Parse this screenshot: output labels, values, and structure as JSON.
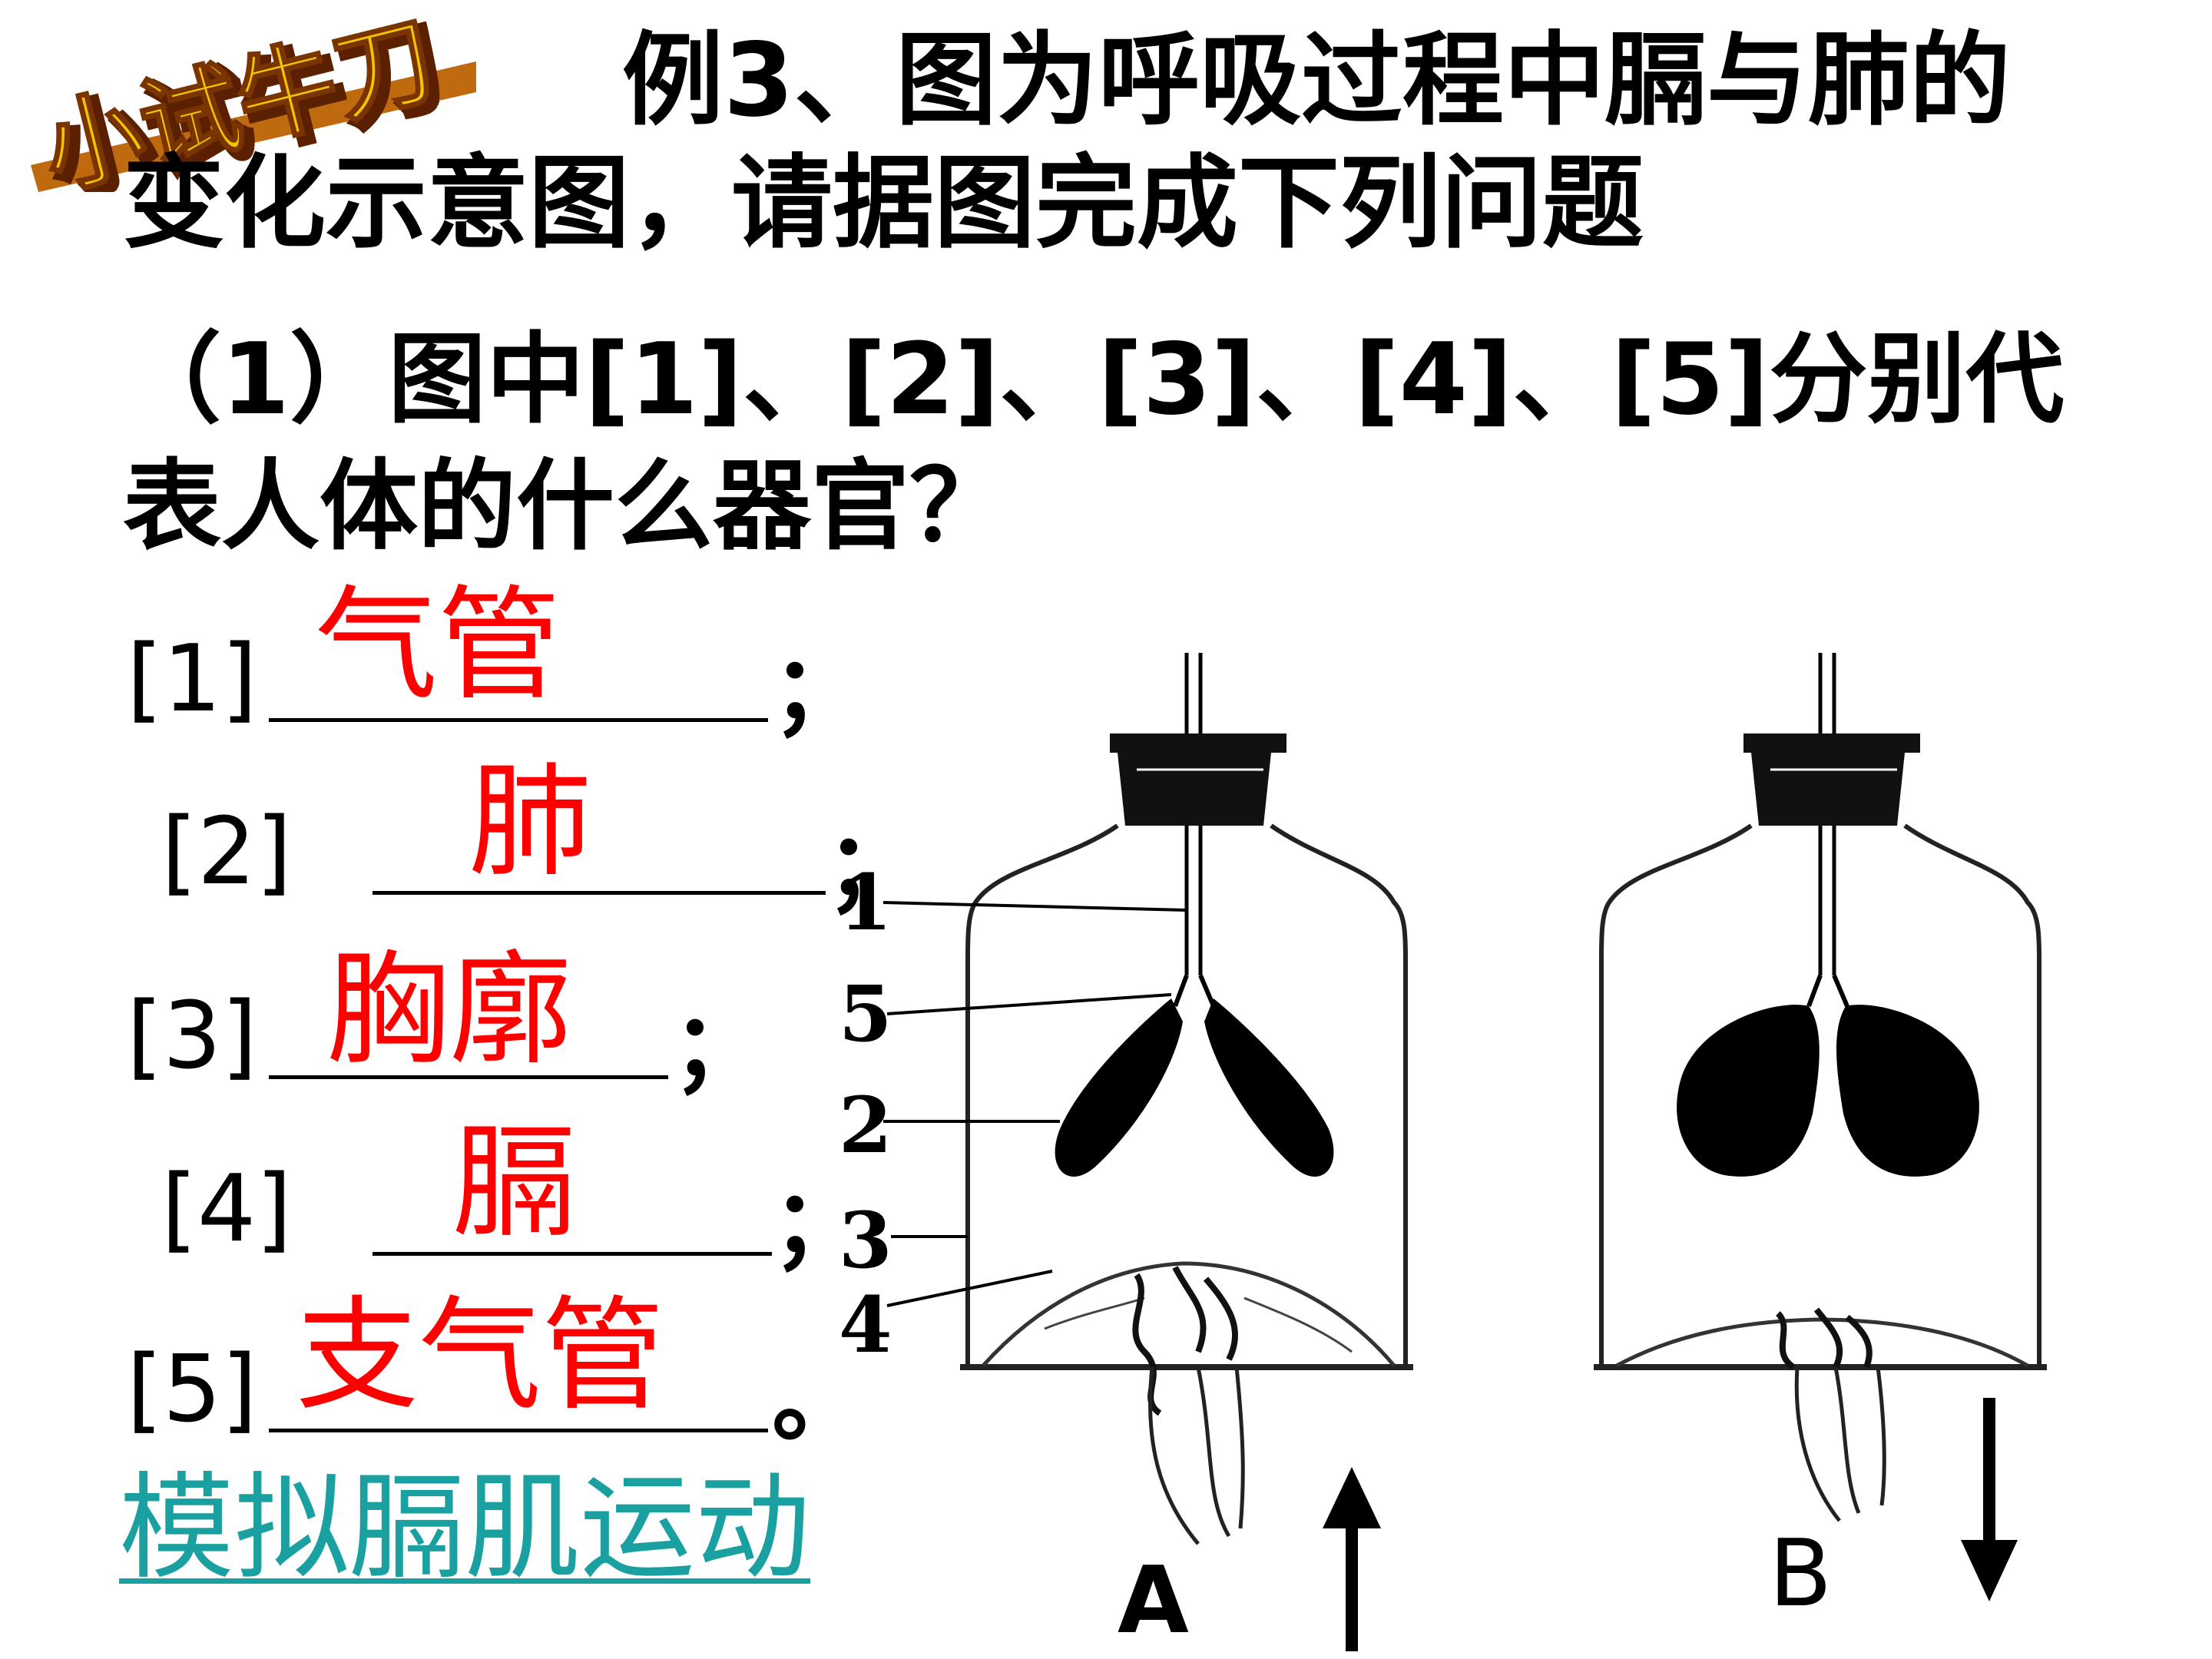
{
  "badge": {
    "text": "小试牛刀"
  },
  "title": {
    "line1": "例3、图为呼吸过程中膈与肺的",
    "line2": "变化示意图，请据图完成下列问题"
  },
  "question": {
    "line1": "（1）图中[1]、[2]、[3]、[4]、[5]分别代",
    "line2": "表人体的什么器官？"
  },
  "answers": [
    {
      "bracket": "[1]",
      "answer": "气管",
      "end": "；"
    },
    {
      "bracket": "[2]",
      "answer": "肺",
      "end": "；"
    },
    {
      "bracket": "[3]",
      "answer": "胸廓",
      "end": "；"
    },
    {
      "bracket": "[4]",
      "answer": "膈",
      "end": "；"
    },
    {
      "bracket": "[5]",
      "answer": "支气管",
      "end": "。"
    }
  ],
  "link": {
    "text": "模拟膈肌运动"
  },
  "diagram": {
    "labels": [
      "1",
      "5",
      "2",
      "3",
      "4"
    ],
    "panel_a": "A",
    "panel_b": "B"
  },
  "colors": {
    "answer": "#ff0000",
    "link": "#1aa0a0",
    "badge_fill": "#f5c400",
    "badge_shadow": "#8a3a00"
  }
}
